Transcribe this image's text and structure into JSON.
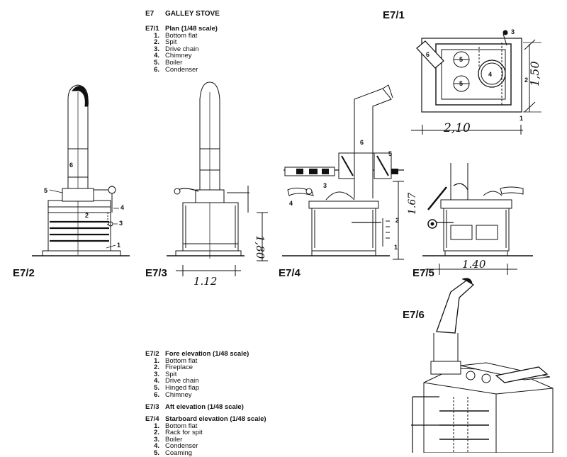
{
  "title": {
    "code": "E7",
    "text": "GALLEY STOVE"
  },
  "legend_e71": {
    "header_code": "E7/1",
    "header_text": "Plan (1/48 scale)",
    "items": [
      {
        "n": "1.",
        "t": "Bottom flat"
      },
      {
        "n": "2.",
        "t": "Spit"
      },
      {
        "n": "3.",
        "t": "Drive chain"
      },
      {
        "n": "4.",
        "t": "Chimney"
      },
      {
        "n": "5.",
        "t": "Boiler"
      },
      {
        "n": "6.",
        "t": "Condenser"
      }
    ]
  },
  "legend_e72": {
    "header_code": "E7/2",
    "header_text": "Fore elevation (1/48 scale)",
    "items": [
      {
        "n": "1.",
        "t": "Bottom flat"
      },
      {
        "n": "2.",
        "t": "Fireplace"
      },
      {
        "n": "3.",
        "t": "Spit"
      },
      {
        "n": "4.",
        "t": "Drive chain"
      },
      {
        "n": "5.",
        "t": "Hinged flap"
      },
      {
        "n": "6.",
        "t": "Chimney"
      }
    ]
  },
  "legend_e73": {
    "header_code": "E7/3",
    "header_text": "Aft elevation (1/48 scale)"
  },
  "legend_e74": {
    "header_code": "E7/4",
    "header_text": "Starboard elevation (1/48 scale)",
    "items": [
      {
        "n": "1.",
        "t": "Bottom flat"
      },
      {
        "n": "2.",
        "t": "Rack for spit"
      },
      {
        "n": "3.",
        "t": "Boiler"
      },
      {
        "n": "4.",
        "t": "Condenser"
      },
      {
        "n": "5.",
        "t": "Coaming"
      }
    ]
  },
  "figure_labels": {
    "e71": "E7/1",
    "e72": "E7/2",
    "e73": "E7/3",
    "e74": "E7/4",
    "e75": "E7/5",
    "e76": "E7/6"
  },
  "dimensions": {
    "plan_width": "2,10",
    "plan_depth": "1,50",
    "aft_height": "1,80",
    "aft_width": "1.12",
    "side_height": "1.67",
    "port_width": "1.40"
  },
  "callouts": {
    "plan": [
      "3",
      "6",
      "5",
      "4",
      "5",
      "2",
      "1"
    ],
    "fore": [
      "5",
      "6",
      "2",
      "4",
      "3",
      "1"
    ],
    "starboard": [
      "6",
      "5",
      "3",
      "4",
      "2",
      "1"
    ]
  }
}
